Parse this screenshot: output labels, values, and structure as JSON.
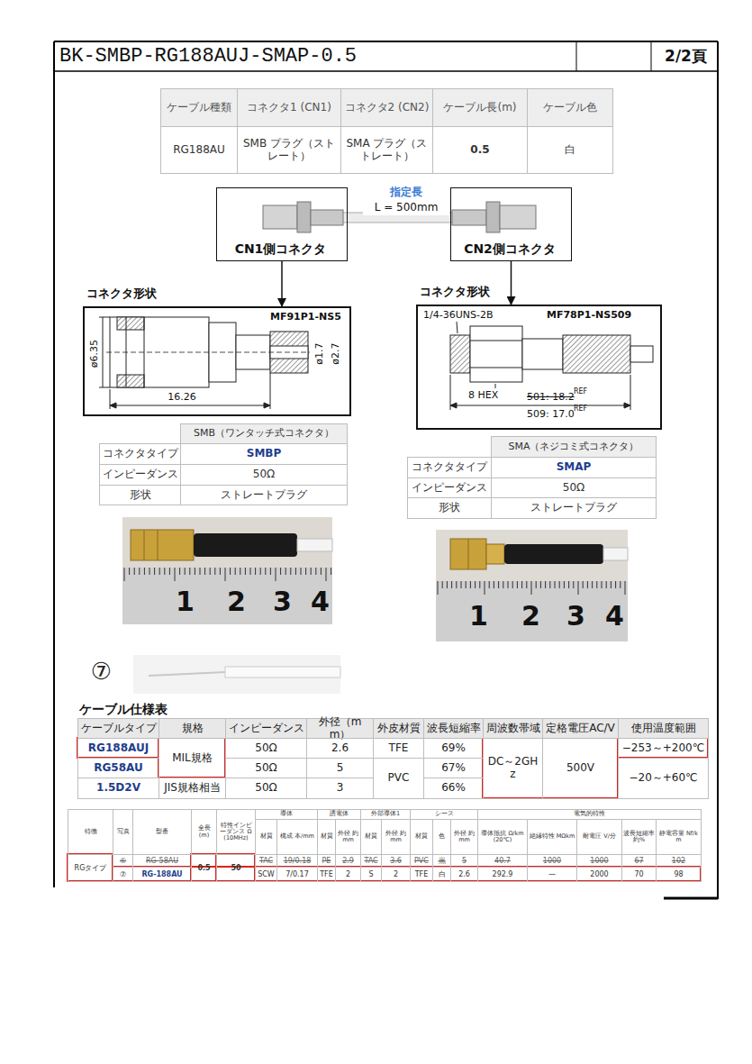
{
  "diagram": {
    "title": "BK-SMBP-RG188AUJ-SMAP-0.5",
    "nodes": [
      {
        "text": [
          "CN1側コネクタ"
        ]
      },
      {
        "text": [
          "CN2側コネクタ"
        ]
      },
      {
        "text": [
          "コネクタ形状",
          "MF91P1-NS5",
          "ø6.35",
          "ø1.7",
          "ø2.7",
          "16.26"
        ]
      },
      {
        "text": [
          "コネクタ形状",
          "1/4-36UNS-2B",
          "MF78P1-NS509",
          "8 HEX",
          "501: 18.2",
          "REF",
          "509: 17.0",
          "REF"
        ]
      }
    ],
    "edges": [
      {
        "from": 0,
        "to": 2,
        "arrow": "to"
      },
      {
        "from": 1,
        "to": 3,
        "arrow": "to"
      }
    ],
    "labels": [
      "2/2頁",
      "ケーブル種類",
      "コネクタ1 (CN1)",
      "コネクタ2 (CN2)",
      "ケーブル長(m)",
      "ケーブル色",
      "RG188AU",
      "SMB プラグ（ストレート）",
      "SMA プラグ（ストレート）",
      "0.5",
      "白",
      "指定長",
      "L = 500mm",
      "SMB（ワンタッチ式コネクタ）",
      "コネクタタイプ",
      "SMBP",
      "インピーダンス",
      "50Ω",
      "形状",
      "ストレートプラグ",
      "SMA（ネジコミ式コネクタ）",
      "コネクタタイプ",
      "SMAP",
      "インピーダンス",
      "50Ω",
      "形状",
      "ストレートプラグ",
      "1",
      "2",
      "3",
      "4",
      "1",
      "2",
      "3",
      "4",
      "⑦",
      "ケーブル仕様表",
      "ケーブルタイプ",
      "規格",
      "インピーダンス",
      "外径（mm）",
      "外皮材質",
      "波長短縮率",
      "周波数帯域",
      "定格電圧AC/V",
      "使用温度範囲",
      "RG188AUJ",
      "MIL規格",
      "50Ω",
      "2.6",
      "TFE",
      "69%",
      "DC～2GHz",
      "500V",
      "−253～+200℃",
      "RG58AU",
      "50Ω",
      "5",
      "PVC",
      "67%",
      "−20～+60℃",
      "1.5D2V",
      "JIS規格相当",
      "50Ω",
      "3",
      "66%",
      "特徴",
      "写真",
      "型番",
      "全長 (m)",
      "特性インピーダンス Ω (10MHz)",
      "導体",
      "誘電体",
      "外部導体1",
      "シース",
      "電気的特性",
      "材質",
      "構成 本/mm",
      "材質",
      "外径 約mm",
      "材質",
      "外径 約mm",
      "材質",
      "色",
      "外径 約mm",
      "導体抵抗 Ω/km (20℃)",
      "絶縁特性 MΩkm",
      "耐電圧 V/分",
      "波長短縮率 約%",
      "静電容量 Nf/km",
      "RGタイプ",
      "⑥",
      "RG-58AU",
      "0.5",
      "50",
      "TAC",
      "19/0.18",
      "PE",
      "2.9",
      "TAC",
      "3.6",
      "PVC",
      "黒",
      "5",
      "40.7",
      "1000",
      "1000",
      "67",
      "102",
      "⑦",
      "RG-188AU",
      "SCW",
      "7/0.17",
      "TFE",
      "2",
      "S",
      "2",
      "TFE",
      "白",
      "2.6",
      "292.9",
      "—",
      "2000",
      "70",
      "98"
    ]
  }
}
